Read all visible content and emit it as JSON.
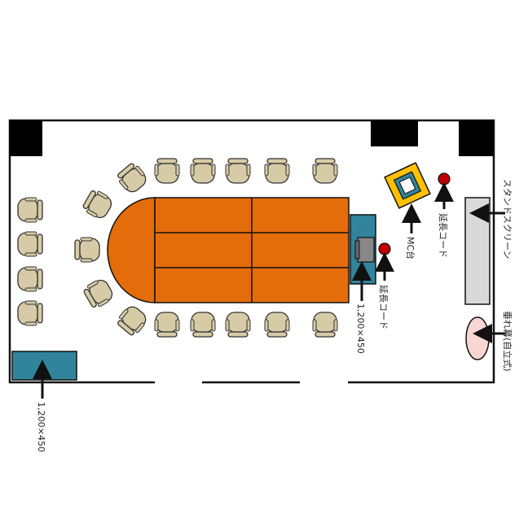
{
  "labels": {
    "stand_screen": "スタンドスクリーン",
    "banner": "垂れ幕(自立式)",
    "mc_stand": "MC台",
    "extension_cord_1": "延長コード",
    "extension_cord_2": "延長コード",
    "table_size_right": "1,200×450",
    "table_size_left": "1,200×450"
  },
  "colors": {
    "table": "#e46c0a",
    "chair": "#d6cba6",
    "side_table": "#31849b",
    "mc_stand": "#ffc000",
    "cord": "#c00000",
    "screen": "#d9d9d9",
    "banner": "#f8d7d3",
    "pillar": "#000000"
  },
  "icons": [
    "chair-icon",
    "arrow-icon",
    "plug-icon",
    "podium-icon"
  ]
}
